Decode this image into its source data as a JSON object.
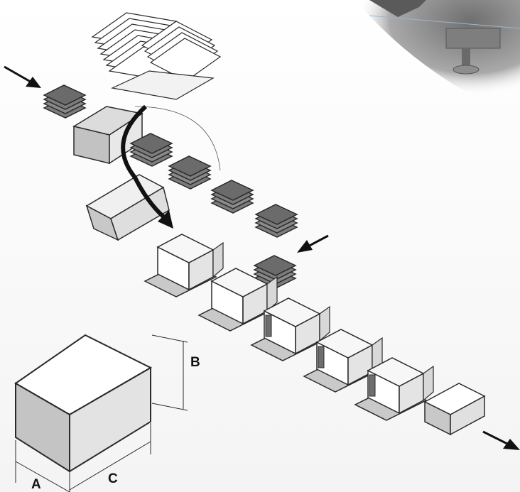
{
  "diagram": {
    "colors": {
      "outline": "#2a2a2a",
      "panel_white": "#ffffff",
      "panel_light": "#ebebeb",
      "panel_mid": "#d0d0d0",
      "panel_dark": "#9e9e9e",
      "tablet": "#6e6e6e",
      "tablet_layer": "#8c8c8c",
      "arrow": "#111111",
      "machine": "#8a8a8a"
    },
    "stages": [
      "carton-blank-magazine",
      "carton-erecting",
      "product-infeed",
      "product-insertion",
      "flap-closing",
      "carton-outfeed"
    ],
    "dimension_labels": {
      "a": "A",
      "b": "B",
      "c": "C"
    }
  }
}
